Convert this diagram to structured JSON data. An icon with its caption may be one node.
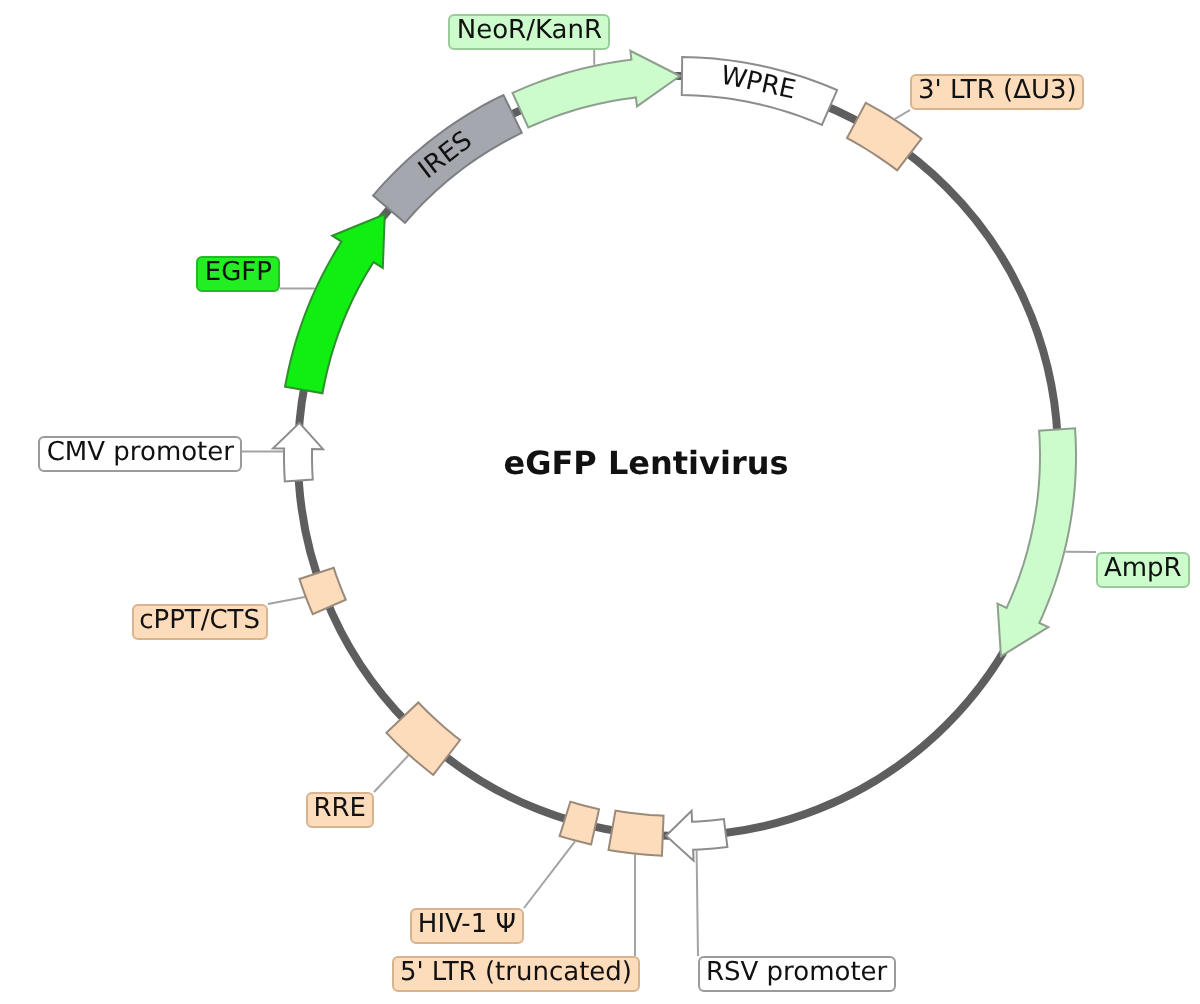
{
  "diagram": {
    "title": "eGFP Lentivirus",
    "nodes": [
      {
        "text": [
          "NeoR/KanR"
        ]
      },
      {
        "text": [],
        "shape": "arrow"
      },
      {
        "text": [
          "WPRE"
        ]
      },
      {
        "text": [
          "3' LTR (ΔU3)"
        ]
      },
      {
        "text": [],
        "shape": "box"
      },
      {
        "text": [
          "IRES"
        ]
      },
      {
        "text": [
          "EGFP"
        ]
      },
      {
        "text": [],
        "shape": "arrow"
      },
      {
        "text": [
          "CMV promoter"
        ]
      },
      {
        "text": [],
        "shape": "arrow"
      },
      {
        "text": [
          "AmpR"
        ]
      },
      {
        "text": [],
        "shape": "arrow"
      },
      {
        "text": [
          "cPPT/CTS"
        ]
      },
      {
        "text": [],
        "shape": "box"
      },
      {
        "text": [
          "RRE"
        ]
      },
      {
        "text": [],
        "shape": "box"
      },
      {
        "text": [
          "HIV-1 Ψ"
        ]
      },
      {
        "text": [],
        "shape": "box"
      },
      {
        "text": [
          "5' LTR (truncated)"
        ]
      },
      {
        "text": [],
        "shape": "box"
      },
      {
        "text": [
          "RSV promoter"
        ]
      },
      {
        "text": [],
        "shape": "arrow"
      }
    ],
    "edges": [
      {
        "from": 0,
        "to": 1,
        "arrow": "none"
      },
      {
        "from": 3,
        "to": 4,
        "arrow": "none"
      },
      {
        "from": 6,
        "to": 7,
        "arrow": "none"
      },
      {
        "from": 8,
        "to": 9,
        "arrow": "none"
      },
      {
        "from": 10,
        "to": 11,
        "arrow": "none"
      },
      {
        "from": 12,
        "to": 13,
        "arrow": "none"
      },
      {
        "from": 14,
        "to": 15,
        "arrow": "none"
      },
      {
        "from": 16,
        "to": 17,
        "arrow": "none"
      },
      {
        "from": 18,
        "to": 19,
        "arrow": "none"
      },
      {
        "from": 20,
        "to": 21,
        "arrow": "none"
      }
    ]
  }
}
